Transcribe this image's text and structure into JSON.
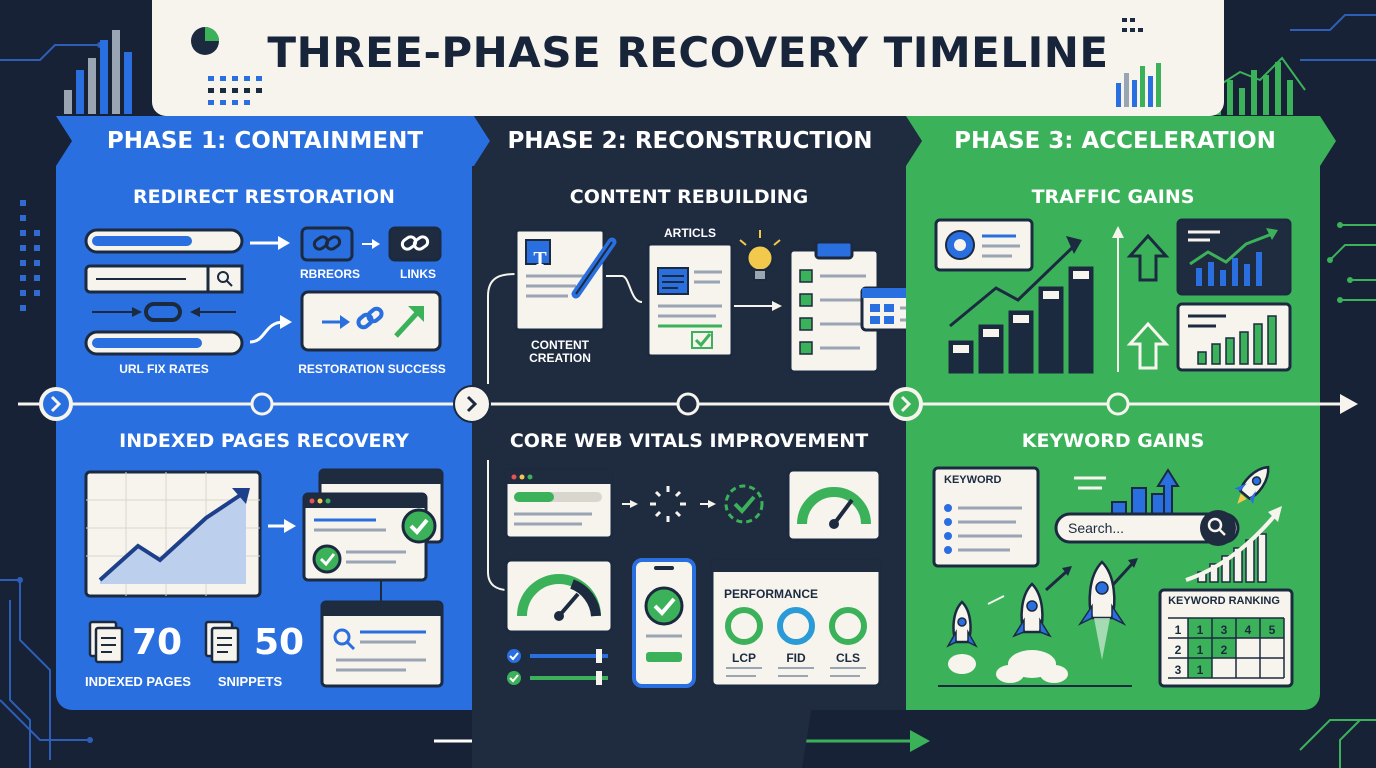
{
  "title": "THREE-PHASE RECOVERY TIMELINE",
  "colors": {
    "phase1": "#2a6fe0",
    "phase2": "#1f2b3f",
    "phase3": "#3bb25a",
    "background": "#172236",
    "cream": "#f6f4ec"
  },
  "phases": [
    {
      "title": "PHASE 1: CONTAINMENT",
      "top": {
        "heading": "REDIRECT RESTORATION",
        "labels": {
          "rbreors": "RBREORS",
          "links": "LINKS",
          "url_fix_rates": "URL FIX RATES",
          "restoration_success": "RESTORATION SUCCESS"
        }
      },
      "bottom": {
        "heading": "INDEXED PAGES RECOVERY",
        "stats": [
          {
            "value": "70",
            "label": "INDEXED PAGES"
          },
          {
            "value": "50",
            "label": "SNIPPETS"
          }
        ]
      }
    },
    {
      "title": "PHASE 2: RECONSTRUCTION",
      "top": {
        "heading": "CONTENT REBUILDING",
        "labels": {
          "doc_letter": "T",
          "content_creation_1": "CONTENT",
          "content_creation_2": "CREATION",
          "articls": "ARTICLS"
        }
      },
      "bottom": {
        "heading": "CORE WEB VITALS IMPROVEMENT",
        "performance_title": "PERFORMANCE",
        "metrics": [
          "LCP",
          "FID",
          "CLS"
        ]
      }
    },
    {
      "title": "PHASE 3: ACCELERATION",
      "top": {
        "heading": "TRAFFIC GAINS"
      },
      "bottom": {
        "heading": "KEYWORD GAINS",
        "keyword_card_title": "KEYWORD",
        "search_placeholder": "Search...",
        "ranking_title": "KEYWORD RANKING",
        "ranking_rows": [
          {
            "rank": "1",
            "cells": [
              "1",
              "3",
              "4",
              "5"
            ]
          },
          {
            "rank": "2",
            "cells": [
              "1",
              "2",
              "",
              ""
            ]
          },
          {
            "rank": "3",
            "cells": [
              "1",
              "",
              "",
              ""
            ]
          }
        ]
      }
    }
  ]
}
